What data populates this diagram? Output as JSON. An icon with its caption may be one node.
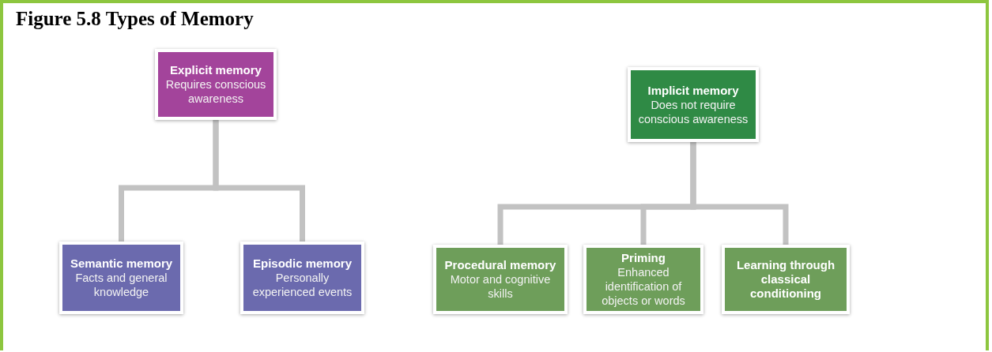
{
  "diagram": {
    "title": "Figure 5.8 Types of Memory",
    "nodes": [
      {
        "text": [
          "Explicit memory",
          "Requires conscious awareness"
        ]
      },
      {
        "text": [
          "Semantic memory",
          "Facts and general knowledge"
        ]
      },
      {
        "text": [
          "Episodic memory",
          "Personally experienced events"
        ]
      },
      {
        "text": [
          "Implicit memory",
          "Does not require conscious awareness"
        ]
      },
      {
        "text": [
          "Procedural memory",
          "Motor and cognitive skills"
        ]
      },
      {
        "text": [
          "Priming",
          "Enhanced identification of objects or words"
        ]
      },
      {
        "text": [
          "Learning through classical conditioning"
        ]
      }
    ],
    "edges": [
      {
        "from": 0,
        "to": 1,
        "arrow": "none"
      },
      {
        "from": 0,
        "to": 2,
        "arrow": "none"
      },
      {
        "from": 3,
        "to": 4,
        "arrow": "none"
      },
      {
        "from": 3,
        "to": 5,
        "arrow": "none"
      },
      {
        "from": 3,
        "to": 6,
        "arrow": "none"
      }
    ]
  }
}
